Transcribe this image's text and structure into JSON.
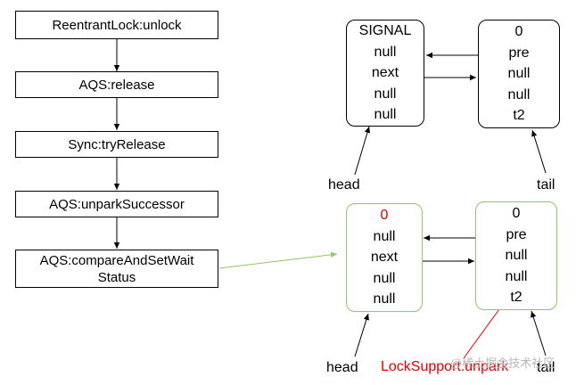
{
  "flow_steps": [
    "ReentrantLock:unlock",
    "AQS:release",
    "Sync:tryRelease",
    "AQS:unparkSuccessor",
    "AQS:compareAndSetWait Status"
  ],
  "top_queue": {
    "head_node": [
      "SIGNAL",
      "null",
      "next",
      "null",
      "null"
    ],
    "tail_node": [
      "0",
      "pre",
      "null",
      "null",
      "t2"
    ],
    "head_label": "head",
    "tail_label": "tail"
  },
  "bottom_queue": {
    "head_node": [
      "0",
      "null",
      "next",
      "null",
      "null"
    ],
    "tail_node": [
      "0",
      "pre",
      "null",
      "null",
      "t2"
    ],
    "head_label": "head",
    "tail_label": "tail",
    "unpark_label": "LockSupport.unpark"
  },
  "watermark": "@稀土掘金技术社区",
  "colors": {
    "line": "#000000",
    "green": "#92c46a",
    "red": "#e00000"
  }
}
